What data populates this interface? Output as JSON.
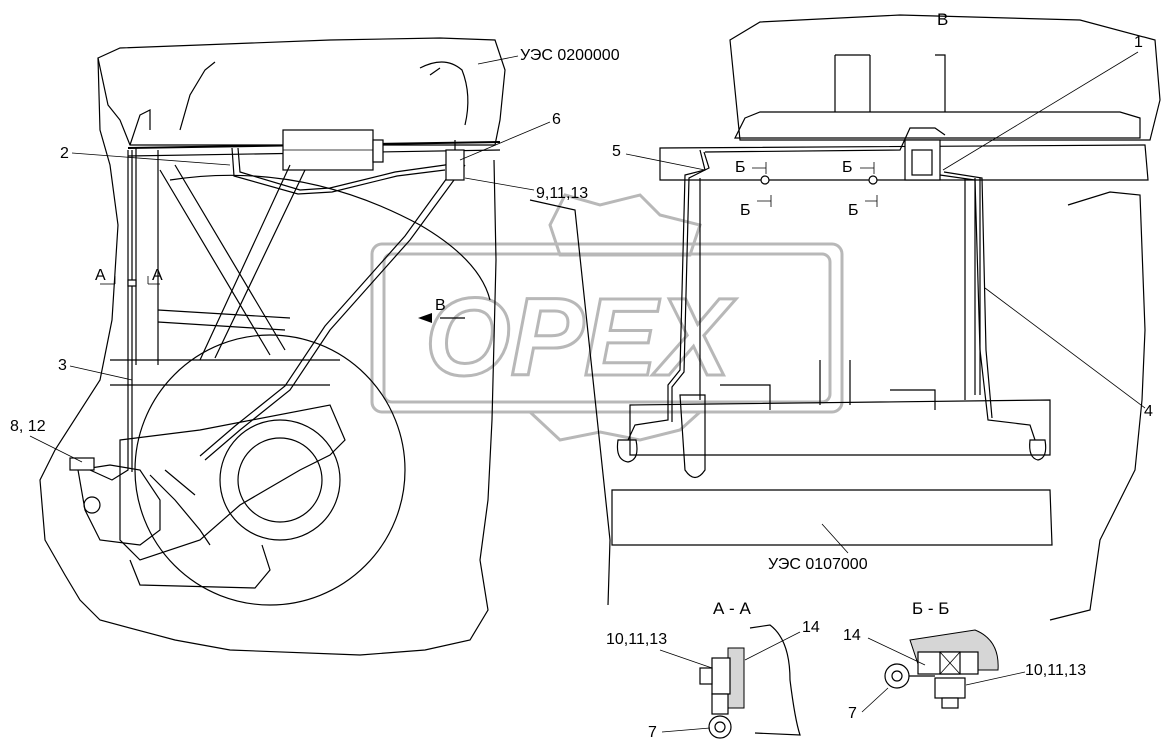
{
  "watermark": {
    "text": "OPEX"
  },
  "assembly_refs": {
    "upper": "УЭС 0200000",
    "lower": "УЭС 0107000"
  },
  "view_title": "В",
  "callouts": {
    "c1": "1",
    "c2": "2",
    "c3": "3",
    "c4": "4",
    "c5": "5",
    "c6": "6",
    "c9_11_13": "9,11,13",
    "c8_12": "8, 12"
  },
  "section_marks": {
    "a": "А",
    "b": "Б",
    "v_arrow": "В"
  },
  "section_aa": {
    "title": "А - А",
    "c10_11_13": "10,11,13",
    "c14": "14",
    "c7": "7"
  },
  "section_bb": {
    "title": "Б - Б",
    "c14": "14",
    "c10_11_13": "10,11,13",
    "c7": "7"
  }
}
